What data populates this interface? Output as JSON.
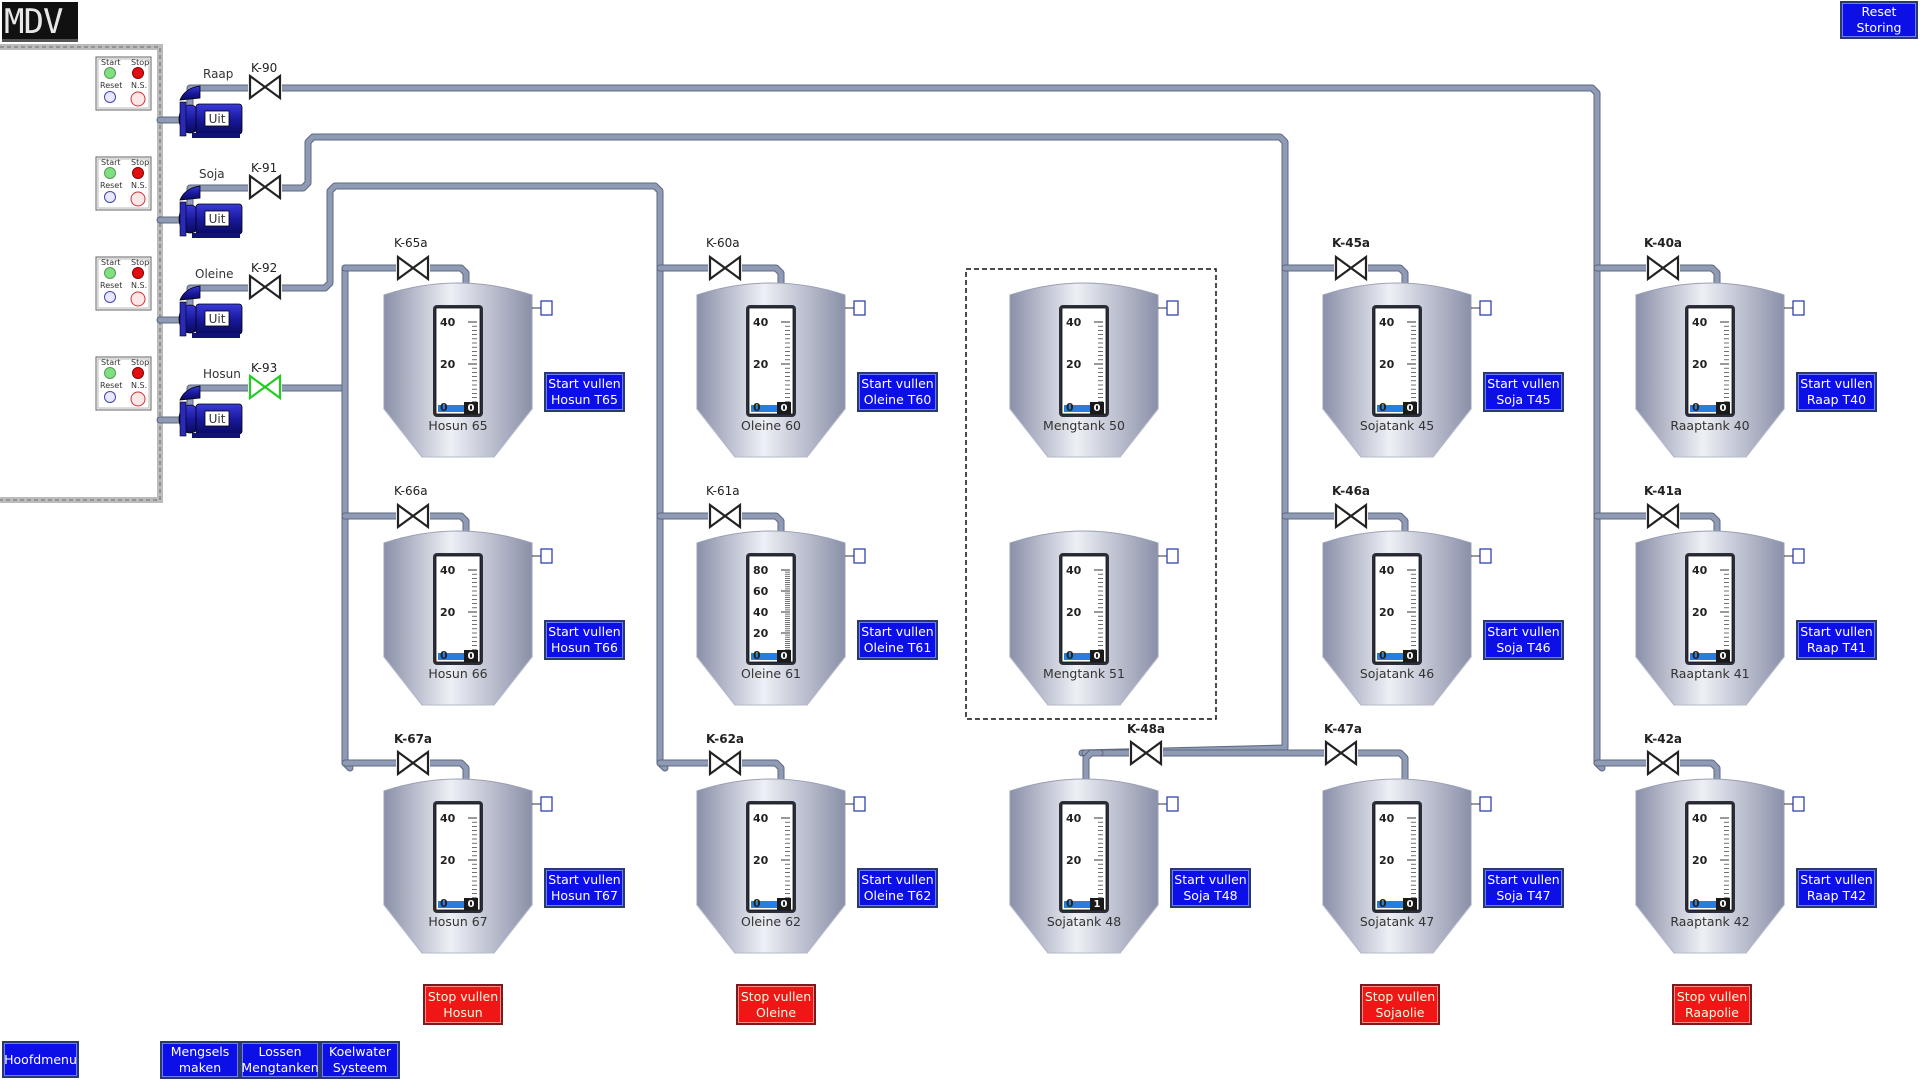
{
  "app": {
    "logo": "MDV"
  },
  "header": {
    "reset_button": "Reset\nStoring"
  },
  "pump_panel": {
    "labels": {
      "start": "Start",
      "stop": "Stop",
      "reset": "Reset",
      "ns": "N.S."
    },
    "pumps": [
      {
        "product": "Raap",
        "valve": "K-90",
        "state": "Uit"
      },
      {
        "product": "Soja",
        "valve": "K-91",
        "state": "Uit"
      },
      {
        "product": "Oleine",
        "valve": "K-92",
        "state": "Uit"
      },
      {
        "product": "Hosun",
        "valve": "K-93",
        "state": "Uit"
      }
    ]
  },
  "tanks": [
    {
      "name": "Hosun 65",
      "valve": "K-65a",
      "scale": [
        "40",
        "20",
        "0"
      ],
      "level": "0",
      "button": "Start vullen\nHosun T65"
    },
    {
      "name": "Hosun 66",
      "valve": "K-66a",
      "scale": [
        "40",
        "20",
        "0"
      ],
      "level": "0",
      "button": "Start vullen\nHosun T66"
    },
    {
      "name": "Hosun 67",
      "valve": "K-67a",
      "scale": [
        "40",
        "20",
        "0"
      ],
      "level": "0",
      "button": "Start vullen\nHosun T67"
    },
    {
      "name": "Oleine 60",
      "valve": "K-60a",
      "scale": [
        "40",
        "20",
        "0"
      ],
      "level": "0",
      "button": "Start vullen\nOleine T60"
    },
    {
      "name": "Oleine 61",
      "valve": "K-61a",
      "scale": [
        "80",
        "60",
        "40",
        "20",
        "0"
      ],
      "level": "0",
      "button": "Start vullen\nOleine T61"
    },
    {
      "name": "Oleine 62",
      "valve": "K-62a",
      "scale": [
        "40",
        "20",
        "0"
      ],
      "level": "0",
      "button": "Start vullen\nOleine T62"
    },
    {
      "name": "Mengtank 50",
      "valve": "",
      "scale": [
        "40",
        "20",
        "0"
      ],
      "level": "0",
      "button": ""
    },
    {
      "name": "Mengtank 51",
      "valve": "",
      "scale": [
        "40",
        "20",
        "0"
      ],
      "level": "0",
      "button": ""
    },
    {
      "name": "Sojatank 48",
      "valve": "K-48a",
      "scale": [
        "40",
        "20",
        "0"
      ],
      "level": "1",
      "button": "Start vullen\nSoja T48"
    },
    {
      "name": "Sojatank 45",
      "valve": "K-45a",
      "scale": [
        "40",
        "20",
        "0"
      ],
      "level": "0",
      "button": "Start vullen\nSoja T45"
    },
    {
      "name": "Sojatank 46",
      "valve": "K-46a",
      "scale": [
        "40",
        "20",
        "0"
      ],
      "level": "0",
      "button": "Start vullen\nSoja T46"
    },
    {
      "name": "Sojatank 47",
      "valve": "K-47a",
      "scale": [
        "40",
        "20",
        "0"
      ],
      "level": "0",
      "button": "Start vullen\nSoja T47"
    },
    {
      "name": "Raaptank 40",
      "valve": "K-40a",
      "scale": [
        "40",
        "20",
        "0"
      ],
      "level": "0",
      "button": "Start vullen\nRaap T40"
    },
    {
      "name": "Raaptank 41",
      "valve": "K-41a",
      "scale": [
        "40",
        "20",
        "0"
      ],
      "level": "0",
      "button": "Start vullen\nRaap T41"
    },
    {
      "name": "Raaptank 42",
      "valve": "K-42a",
      "scale": [
        "40",
        "20",
        "0"
      ],
      "level": "0",
      "button": "Start vullen\nRaap T42"
    }
  ],
  "stop_buttons": [
    "Stop vullen\nHosun",
    "Stop vullen\nOleine",
    "Stop vullen\nSojaolie",
    "Stop vullen\nRaapolie"
  ],
  "footer": {
    "main_menu": "Hoofdmenu",
    "nav": [
      "Mengsels\nmaken",
      "Lossen\nMengtanken",
      "Koelwater\nSysteem"
    ]
  },
  "colors": {
    "pipe": "#8f9bb5",
    "valve_open": "#22cc22",
    "button_blue": "#0c10e6",
    "button_red": "#f01616",
    "led_green": "#7fe07f",
    "led_red": "#e01010"
  }
}
